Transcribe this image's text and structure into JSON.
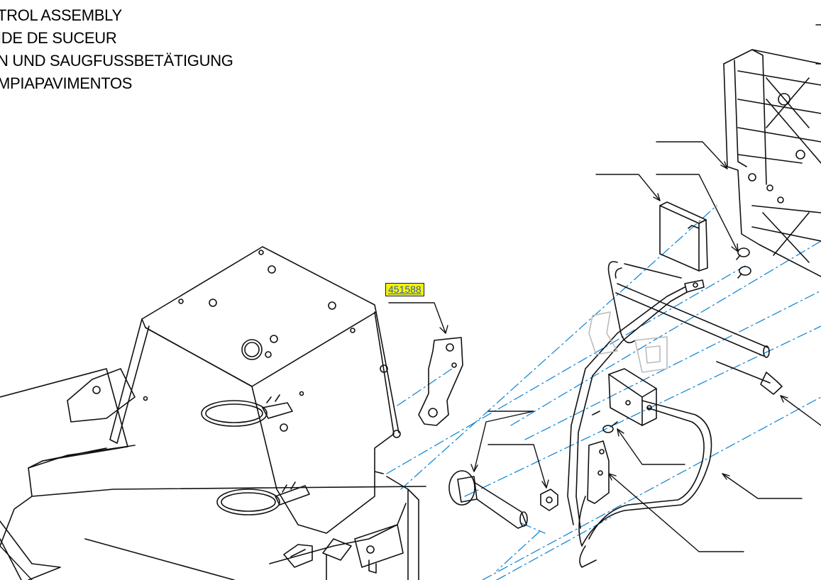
{
  "title_lines": [
    "TROL ASSEMBLY",
    "IDE DE SUCEUR",
    "N UND SAUGFUSSBETÄTIGUNG",
    "MPIAPAVIMENTOS"
  ],
  "callout_link": {
    "part_number": "451588",
    "highlight_color": "#fff200",
    "link_color": "#1f5fbf"
  },
  "colors": {
    "line": "#111111",
    "center_line": "#1a8ad4"
  }
}
